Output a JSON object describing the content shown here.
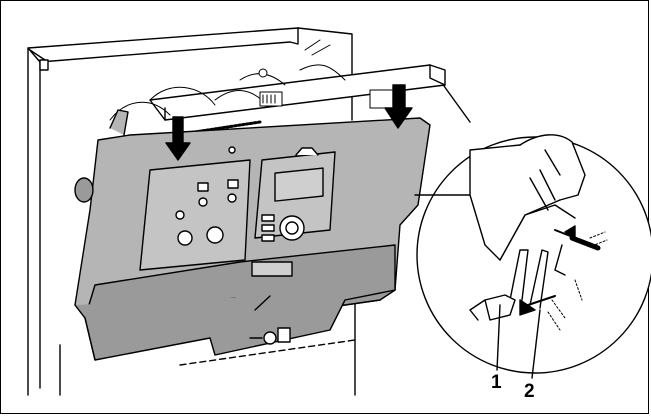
{
  "figure": {
    "callouts": [
      {
        "id": "callout-1",
        "label": "1"
      },
      {
        "id": "callout-2",
        "label": "2"
      }
    ]
  },
  "colors": {
    "line": "#000000",
    "panel_fill": "#b5b5b5",
    "panel_fill_dark": "#9a9a9a",
    "display_fill": "#cfcfcf",
    "background": "#ffffff"
  }
}
